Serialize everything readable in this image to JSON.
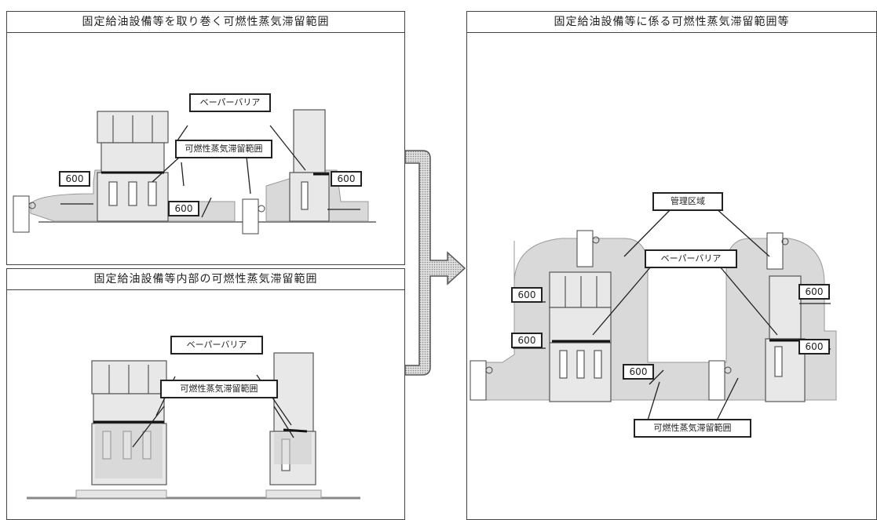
{
  "panels": {
    "top_left": {
      "title": "固定給油設備等を取り巻く可燃性蒸気滞留範囲",
      "labels": {
        "vapor_barrier": "ベーパーバリア",
        "vapor_zone": "可燃性蒸気滞留範囲"
      },
      "dims": [
        "600",
        "600",
        "600"
      ]
    },
    "bottom_left": {
      "title": "固定給油設備等内部の可燃性蒸気滞留範囲",
      "labels": {
        "vapor_barrier": "ベーパーバリア",
        "vapor_zone": "可燃性蒸気滞留範囲"
      }
    },
    "right": {
      "title": "固定給油設備等に係る可燃性蒸気滞留範囲等",
      "labels": {
        "management_zone": "管理区域",
        "vapor_barrier": "ベーパーバリア",
        "vapor_zone": "可燃性蒸気滞留範囲"
      },
      "dims": [
        "600",
        "600",
        "600",
        "600",
        "600"
      ]
    }
  },
  "colors": {
    "zone_fill": "#d9d9d9",
    "line": "#222222",
    "arrow_fill": "#bdbdbd"
  }
}
